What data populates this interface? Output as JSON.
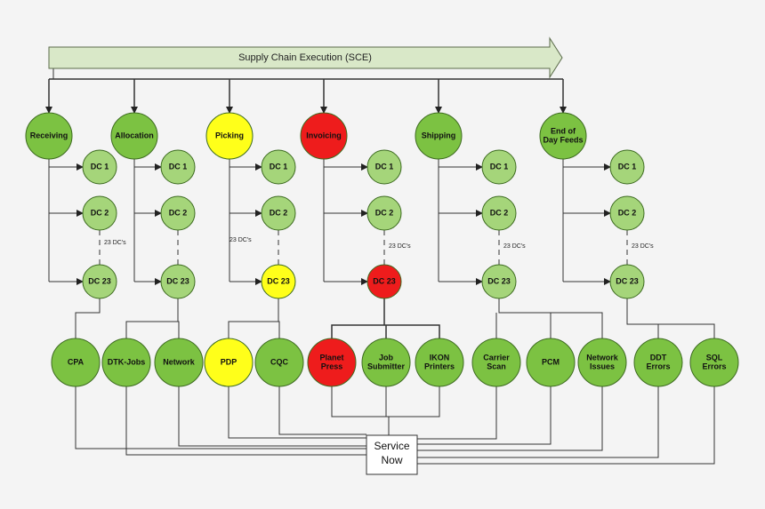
{
  "banner": {
    "label": "Supply Chain Execution (SCE)"
  },
  "processes": [
    {
      "id": "receiving",
      "label": [
        "Receiving"
      ],
      "status": "green",
      "dcs": [
        {
          "label": "DC 1",
          "status": "light"
        },
        {
          "label": "DC 2",
          "status": "light"
        },
        {
          "label": "DC 23",
          "status": "light"
        }
      ],
      "dc_note": "23 DC's"
    },
    {
      "id": "allocation",
      "label": [
        "Allocation"
      ],
      "status": "green",
      "dcs": [
        {
          "label": "DC 1",
          "status": "light"
        },
        {
          "label": "DC 2",
          "status": "light"
        },
        {
          "label": "DC 23",
          "status": "light"
        }
      ],
      "dc_note": ""
    },
    {
      "id": "picking",
      "label": [
        "Picking"
      ],
      "status": "yellow",
      "dcs": [
        {
          "label": "DC 1",
          "status": "light"
        },
        {
          "label": "DC 2",
          "status": "light"
        },
        {
          "label": "DC 23",
          "status": "yellow"
        }
      ],
      "dc_note": "23 DC's"
    },
    {
      "id": "invoicing",
      "label": [
        "Invoicing"
      ],
      "status": "red",
      "dcs": [
        {
          "label": "DC 1",
          "status": "light"
        },
        {
          "label": "DC 2",
          "status": "light"
        },
        {
          "label": "DC 23",
          "status": "red"
        }
      ],
      "dc_note": "23 DC's"
    },
    {
      "id": "shipping",
      "label": [
        "Shipping"
      ],
      "status": "green",
      "dcs": [
        {
          "label": "DC 1",
          "status": "light"
        },
        {
          "label": "DC 2",
          "status": "light"
        },
        {
          "label": "DC 23",
          "status": "light"
        }
      ],
      "dc_note": "23 DC's"
    },
    {
      "id": "end-of-day-feeds",
      "label": [
        "End of",
        "Day Feeds"
      ],
      "status": "green",
      "dcs": [
        {
          "label": "DC 1",
          "status": "light"
        },
        {
          "label": "DC 2",
          "status": "light"
        },
        {
          "label": "DC 23",
          "status": "light"
        }
      ],
      "dc_note": "23 DC's"
    }
  ],
  "systems": [
    {
      "id": "cpa",
      "label": [
        "CPA"
      ],
      "status": "green"
    },
    {
      "id": "dtk-jobs",
      "label": [
        "DTK-Jobs"
      ],
      "status": "green"
    },
    {
      "id": "network",
      "label": [
        "Network"
      ],
      "status": "green"
    },
    {
      "id": "pdp",
      "label": [
        "PDP"
      ],
      "status": "yellow"
    },
    {
      "id": "cqc",
      "label": [
        "CQC"
      ],
      "status": "green"
    },
    {
      "id": "planet-press",
      "label": [
        "Planet",
        "Press"
      ],
      "status": "red"
    },
    {
      "id": "job-submitter",
      "label": [
        "Job",
        "Submitter"
      ],
      "status": "green"
    },
    {
      "id": "ikon-printers",
      "label": [
        "IKON",
        "Printers"
      ],
      "status": "green"
    },
    {
      "id": "carrier-scan",
      "label": [
        "Carrier",
        "Scan"
      ],
      "status": "green"
    },
    {
      "id": "pcm",
      "label": [
        "PCM"
      ],
      "status": "green"
    },
    {
      "id": "network-issues",
      "label": [
        "Network",
        "Issues"
      ],
      "status": "green"
    },
    {
      "id": "ddt-errors",
      "label": [
        "DDT",
        "Errors"
      ],
      "status": "green"
    },
    {
      "id": "sql-errors",
      "label": [
        "SQL",
        "Errors"
      ],
      "status": "green"
    }
  ],
  "service_now": {
    "label": [
      "Service",
      "Now"
    ]
  },
  "colors": {
    "green": "#7cc242",
    "light": "#a5d57a",
    "yellow": "#ffff1a",
    "red": "#ee1c1c",
    "stroke": "#3d6b20",
    "banner": "#d9e8c8"
  }
}
